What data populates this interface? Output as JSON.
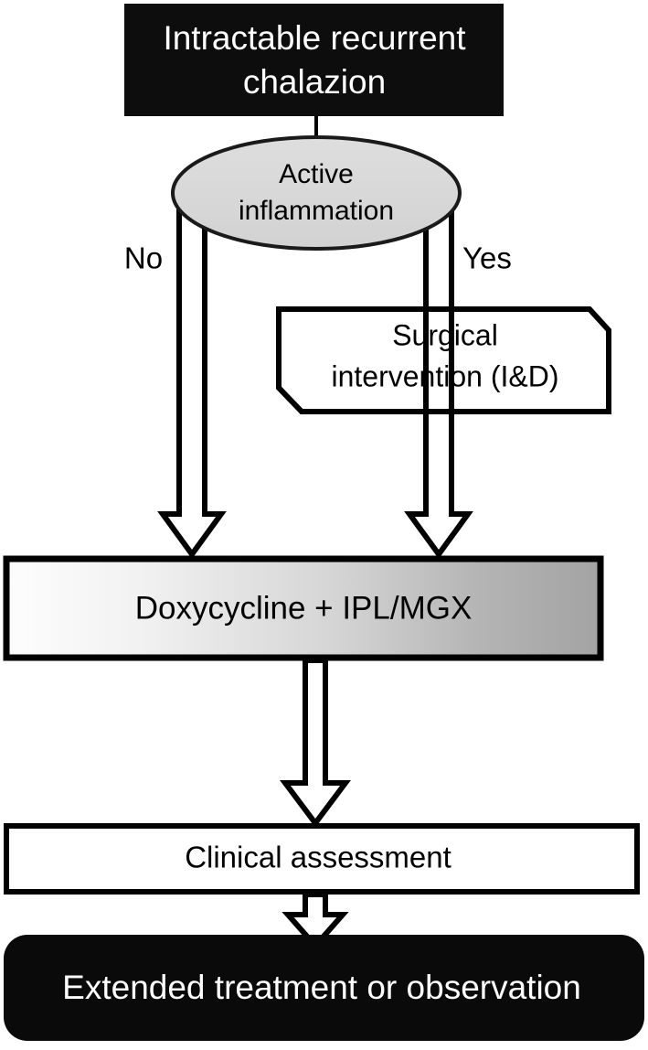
{
  "figure": {
    "type": "flowchart",
    "title": "Intractable recurrent chalazion management algorithm",
    "background_color": "#ffffff",
    "orientation": "top-to-bottom"
  },
  "nodes": {
    "start": {
      "label_line1": "Intractable recurrent",
      "label_line2": "chalazion",
      "shape": "rectangle",
      "fill": "#0d0d0d",
      "text_color": "#ffffff"
    },
    "decision": {
      "label_line1": "Active",
      "label_line2": "inflammation",
      "shape": "ellipse",
      "fill": "#d9d9d9",
      "stroke": "#1a1a1a",
      "text_color": "#000000"
    },
    "surgery": {
      "label_line1": "Surgical",
      "label_line2": "intervention (I&D)",
      "shape": "cut-corner-rectangle",
      "fill": "#ffffff",
      "stroke": "#000000",
      "text_color": "#000000"
    },
    "treatment": {
      "label": "Doxycycline + IPL/MGX",
      "shape": "rectangle",
      "fill_gradient_start": "#fbfbfb",
      "fill_gradient_end": "#a5a5a5",
      "stroke": "#000000",
      "text_color": "#000000"
    },
    "assessment": {
      "label": "Clinical assessment",
      "shape": "rectangle",
      "fill": "#ffffff",
      "stroke": "#000000",
      "text_color": "#000000"
    },
    "outcome": {
      "label": "Extended treatment or observation",
      "shape": "rounded-rectangle",
      "fill": "#0a0a0a",
      "text_color": "#ffffff"
    }
  },
  "edge_labels": {
    "no": "No",
    "yes": "Yes"
  },
  "edges": [
    {
      "from": "start",
      "to": "decision",
      "style": "plain-line",
      "label": ""
    },
    {
      "from": "decision",
      "to": "treatment",
      "style": "hollow-block-arrow",
      "label": "No",
      "side": "left"
    },
    {
      "from": "decision",
      "to": "surgery",
      "style": "hollow-block-arrow",
      "label": "Yes",
      "side": "right"
    },
    {
      "from": "surgery",
      "to": "treatment",
      "style": "hollow-block-arrow",
      "label": ""
    },
    {
      "from": "treatment",
      "to": "assessment",
      "style": "hollow-block-arrow",
      "label": ""
    },
    {
      "from": "assessment",
      "to": "outcome",
      "style": "hollow-block-arrow",
      "label": ""
    }
  ]
}
